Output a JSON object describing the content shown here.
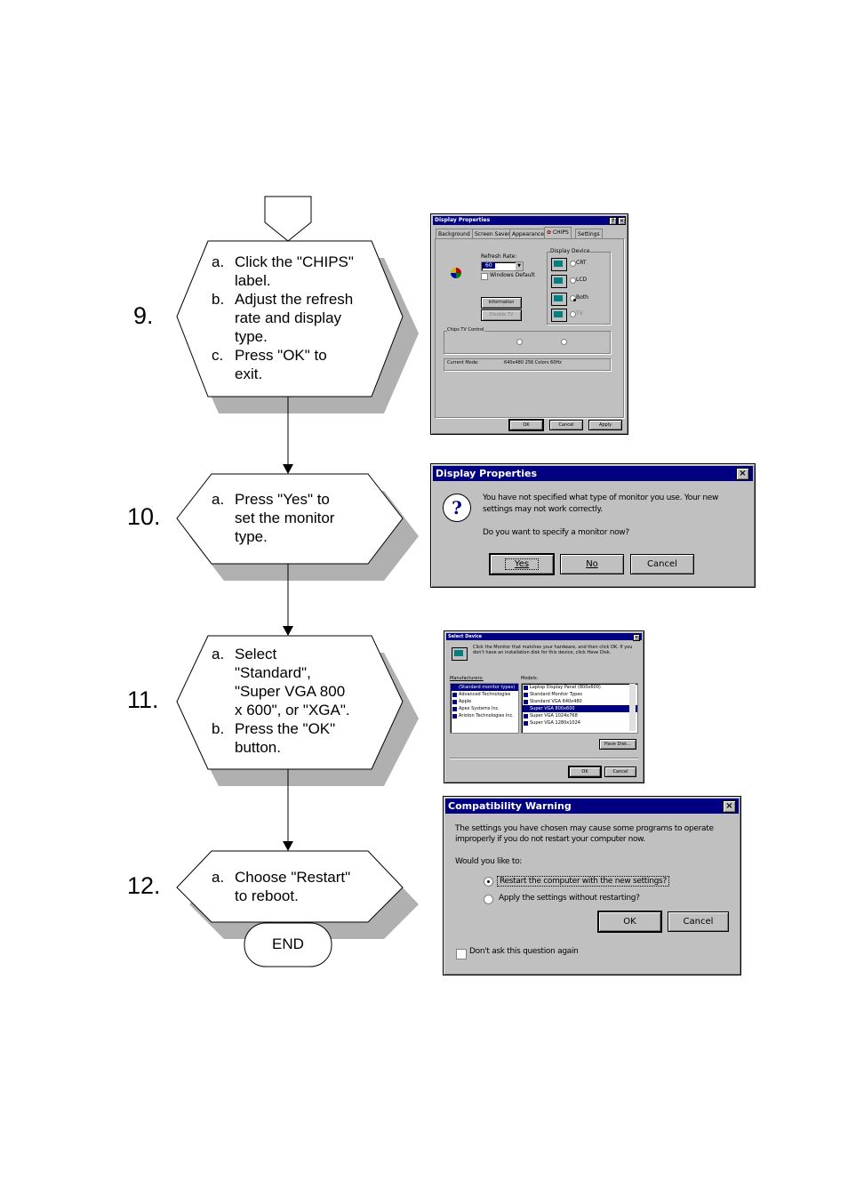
{
  "steps": [
    {
      "number": "9.",
      "items": [
        {
          "marker": "a.",
          "lines": [
            "Click the \"CHIPS\"",
            "label."
          ]
        },
        {
          "marker": "b.",
          "lines": [
            "Adjust the refresh",
            "rate and display",
            "type."
          ]
        },
        {
          "marker": "c.",
          "lines": [
            "Press \"OK\" to",
            "exit."
          ]
        }
      ]
    },
    {
      "number": "10.",
      "items": [
        {
          "marker": "a.",
          "lines": [
            "Press \"Yes\" to",
            "set the monitor",
            "type."
          ]
        }
      ]
    },
    {
      "number": "11.",
      "items": [
        {
          "marker": "a.",
          "lines": [
            "Select",
            "\"Standard\",",
            "\"Super VGA 800",
            "x 600\", or \"XGA\"."
          ]
        },
        {
          "marker": "b.",
          "lines": [
            "Press the \"OK\"",
            "button."
          ]
        }
      ]
    },
    {
      "number": "12.",
      "items": [
        {
          "marker": "a.",
          "lines": [
            "Choose \"Restart\"",
            "to reboot."
          ]
        }
      ]
    }
  ],
  "end_label": "END",
  "dialogs": {
    "display_chips": {
      "title": "Display Properties",
      "tabs": [
        "Background",
        "Screen Saver",
        "Appearance",
        "CHIPS",
        "Settings"
      ],
      "refresh_label": "Refresh Rate:",
      "refresh_value": "60",
      "windows_default": "Windows Default",
      "display_device": "Display Device",
      "device_crt": "CRT",
      "device_lcd": "LCD",
      "device_both": "Both",
      "device_tv": "TV",
      "information_btn": "Information",
      "disable_btn": "Disable TV",
      "tv_group": "Chips TV Control",
      "current_mode_label": "Current Mode:",
      "current_mode_value": "640x480 256 Colors 60Hz",
      "ok": "OK",
      "cancel": "Cancel",
      "apply": "Apply"
    },
    "display_warn": {
      "title": "Display Properties",
      "msg1": "You have not specified what type of monitor you use. Your new",
      "msg2": "settings may not work correctly.",
      "question": "Do you want to specify a monitor now?",
      "yes": "Yes",
      "no": "No",
      "cancel": "Cancel"
    },
    "select_device": {
      "title": "Select Device",
      "intro": "Click the Monitor that matches your hardware, and then click OK. If you don't have an installation disk for this device, click Have Disk.",
      "manufacturers_label": "Manufacturers:",
      "models_label": "Models:",
      "manufacturers": [
        "(Standard monitor types)",
        "Advanced Technologies",
        "Apple",
        "Apex Systems Inc.",
        "Ariston Technologies Inc."
      ],
      "models": [
        "Laptop Display Panel (800x600)",
        "Standard Monitor Types",
        "Standard VGA 640x480",
        "Super VGA 800x600",
        "Super VGA 1024x768",
        "Super VGA 1280x1024"
      ],
      "selected_model_index": 3,
      "have_disk": "Have Disk...",
      "ok": "OK",
      "cancel": "Cancel"
    },
    "compat_warning": {
      "title": "Compatibility Warning",
      "msg1": "The settings you have chosen may cause some programs to operate",
      "msg2": "improperly if you do not restart your computer now.",
      "question": "Would you like to:",
      "opt1": "Restart the computer with the new settings?",
      "opt2": "Apply the settings without restarting?",
      "ok": "OK",
      "cancel": "Cancel",
      "dont_ask": "Don't ask this question again"
    }
  }
}
